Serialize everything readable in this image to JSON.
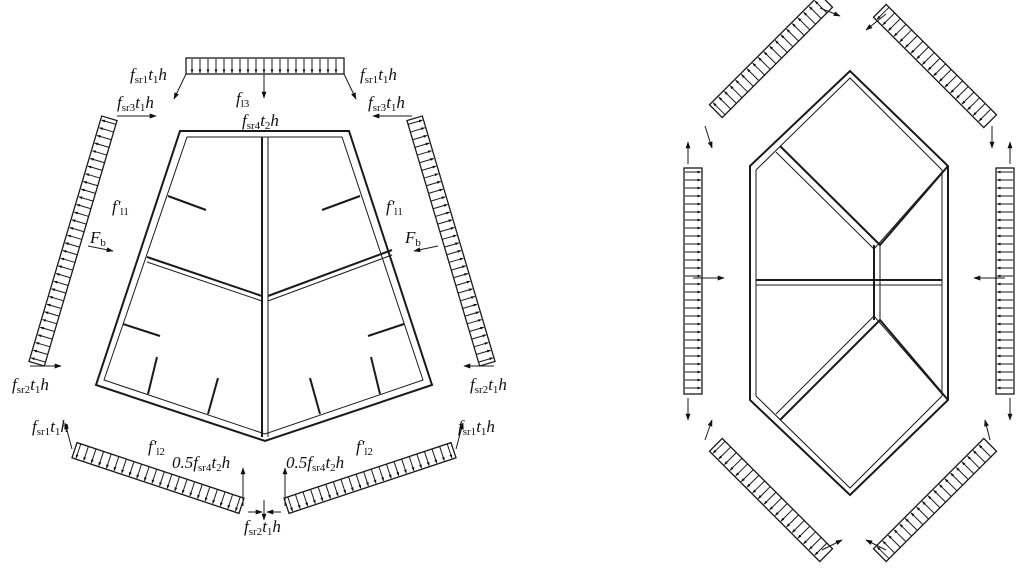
{
  "left_figure": {
    "labels": [
      {
        "id": "top-left",
        "parts": [
          {
            "t": "f"
          },
          {
            "t": "sr1",
            "sub": true
          },
          {
            "t": "t"
          },
          {
            "t": "1",
            "sub": true
          },
          {
            "t": "h"
          }
        ]
      },
      {
        "id": "top-right",
        "parts": [
          {
            "t": "f"
          },
          {
            "t": "sr1",
            "sub": true
          },
          {
            "t": "t"
          },
          {
            "t": "1",
            "sub": true
          },
          {
            "t": "h"
          }
        ]
      },
      {
        "id": "fl3",
        "parts": [
          {
            "t": "f"
          },
          {
            "t": "l3",
            "sub": true
          }
        ]
      },
      {
        "id": "fsr3-left",
        "parts": [
          {
            "t": "f"
          },
          {
            "t": "sr3",
            "sub": true
          },
          {
            "t": "t"
          },
          {
            "t": "1",
            "sub": true
          },
          {
            "t": "h"
          }
        ]
      },
      {
        "id": "fsr3-right",
        "parts": [
          {
            "t": "f"
          },
          {
            "t": "sr3",
            "sub": true
          },
          {
            "t": "t"
          },
          {
            "t": "1",
            "sub": true
          },
          {
            "t": "h"
          }
        ]
      },
      {
        "id": "fsr4",
        "parts": [
          {
            "t": "f"
          },
          {
            "t": "sr4",
            "sub": true
          },
          {
            "t": "t"
          },
          {
            "t": "2",
            "sub": true
          },
          {
            "t": "h"
          }
        ]
      },
      {
        "id": "fl1-left",
        "parts": [
          {
            "t": "f'"
          },
          {
            "t": "l1",
            "sub": true
          }
        ]
      },
      {
        "id": "fl1-right",
        "parts": [
          {
            "t": "f'"
          },
          {
            "t": "l1",
            "sub": true
          }
        ]
      },
      {
        "id": "fb-left",
        "parts": [
          {
            "t": "F"
          },
          {
            "t": "b",
            "sub": true
          }
        ]
      },
      {
        "id": "fb-right",
        "parts": [
          {
            "t": "F"
          },
          {
            "t": "b",
            "sub": true
          }
        ]
      },
      {
        "id": "fsr2-left",
        "parts": [
          {
            "t": "f"
          },
          {
            "t": "sr2",
            "sub": true
          },
          {
            "t": "t"
          },
          {
            "t": "1",
            "sub": true
          },
          {
            "t": "h"
          }
        ]
      },
      {
        "id": "fsr2-right",
        "parts": [
          {
            "t": "f"
          },
          {
            "t": "sr2",
            "sub": true
          },
          {
            "t": "t"
          },
          {
            "t": "1",
            "sub": true
          },
          {
            "t": "h"
          }
        ]
      },
      {
        "id": "bot-left",
        "parts": [
          {
            "t": "f"
          },
          {
            "t": "sr1",
            "sub": true
          },
          {
            "t": "t"
          },
          {
            "t": "1",
            "sub": true
          },
          {
            "t": "h"
          }
        ]
      },
      {
        "id": "bot-right",
        "parts": [
          {
            "t": "f"
          },
          {
            "t": "sr1",
            "sub": true
          },
          {
            "t": "t"
          },
          {
            "t": "1",
            "sub": true
          },
          {
            "t": "h"
          }
        ]
      },
      {
        "id": "fl2-left",
        "parts": [
          {
            "t": "f'"
          },
          {
            "t": "l2",
            "sub": true
          }
        ]
      },
      {
        "id": "fl2-right",
        "parts": [
          {
            "t": "f'"
          },
          {
            "t": "l2",
            "sub": true
          }
        ]
      },
      {
        "id": "half-left",
        "parts": [
          {
            "t": "0.5f"
          },
          {
            "t": "sr4",
            "sub": true
          },
          {
            "t": "t"
          },
          {
            "t": "2",
            "sub": true
          },
          {
            "t": "h"
          }
        ]
      },
      {
        "id": "half-right",
        "parts": [
          {
            "t": "0.5f"
          },
          {
            "t": "sr4",
            "sub": true
          },
          {
            "t": "t"
          },
          {
            "t": "2",
            "sub": true
          },
          {
            "t": "h"
          }
        ]
      },
      {
        "id": "fsr2-bottom",
        "parts": [
          {
            "t": "f"
          },
          {
            "t": "sr2",
            "sub": true
          },
          {
            "t": "t"
          },
          {
            "t": "1",
            "sub": true
          },
          {
            "t": "h"
          }
        ]
      }
    ]
  },
  "colors": {
    "line": "#1a1a1a",
    "background": "#ffffff"
  }
}
